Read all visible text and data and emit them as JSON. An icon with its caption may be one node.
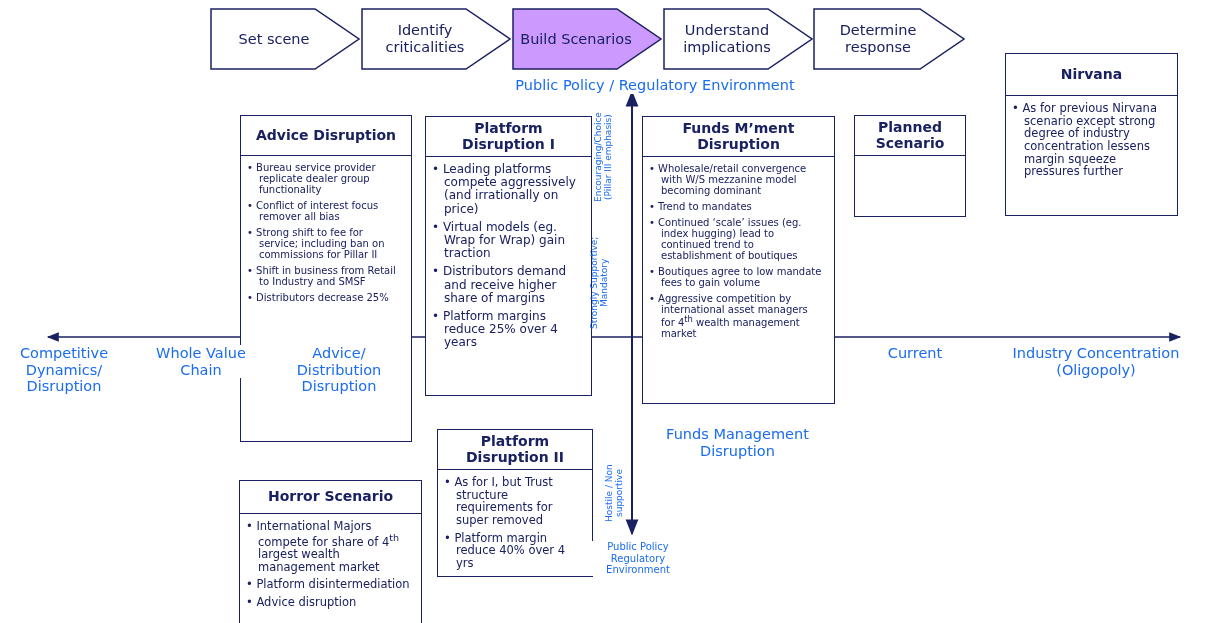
{
  "diagram": {
    "nodes": [
      {
        "text": [
          "Set scene"
        ]
      },
      {
        "text": [
          "Identify criticalities"
        ]
      },
      {
        "text": [
          "Build Scenarios"
        ]
      },
      {
        "text": [
          "Understand implications"
        ]
      },
      {
        "text": [
          "Determine response"
        ]
      },
      {
        "text": [
          "Nirvana",
          "• As for previous Nirvana scenario except strong degree of industry concentration lessens margin squeeze pressures further"
        ]
      },
      {
        "text": [
          "Advice Disruption",
          "• Bureau service provider replicate dealer group functionality",
          "• Conflict of interest focus remover all bias",
          "• Strong shift to fee for service; including ban on commissions for Pillar II",
          "• Shift in business from Retail to Industry and SMSF",
          "• Distributors decrease 25%"
        ]
      },
      {
        "text": [
          "Platform Disruption I",
          "• Leading platforms compete aggressively (and irrationally on price)",
          "• Virtual models (eg. Wrap for Wrap) gain traction",
          "• Distributors demand and receive higher share of margins",
          "• Platform margins reduce 25% over 4 years"
        ]
      },
      {
        "text": [
          "Funds M’ment Disruption",
          "• Wholesale/retail convergence with W/S mezzanine model becoming dominant",
          "• Trend to mandates",
          "• Continued ‘scale’ issues (eg. index hugging) lead to continued trend to establishment of boutiques",
          "• Boutiques agree to low mandate fees to gain volume",
          "• Aggressive competition by international asset managers for 4$^{th}$ wealth management market"
        ]
      },
      {
        "text": [
          "Planned Scenario"
        ]
      },
      {
        "text": [
          "Platform Disruption II",
          "• As for I, but Trust structure requirements for super removed",
          "• Platform margin reduce 40% over 4 yrs"
        ]
      },
      {
        "text": [
          "Horror Scenario",
          "• International Majors compete for share of 4$^{th}$ largest wealth management market",
          "• Platform disintermediation",
          "• Advice disruption"
        ]
      }
    ],
    "labels": [
      "Public Policy / Regulatory Environment",
      "Encouraging/Choice (Pillar III emphasis)",
      "Strongly Supportive; Mandatory",
      "Competitive Dynamics/ Disruption",
      "Whole Value Chain",
      "Advice/ Distribution Disruption",
      "Current",
      "Industry Concentration (Oligopoly)",
      "Funds Management Disruption",
      "Hostile / Non supportive",
      "Public Policy Regulatory Environment"
    ]
  }
}
